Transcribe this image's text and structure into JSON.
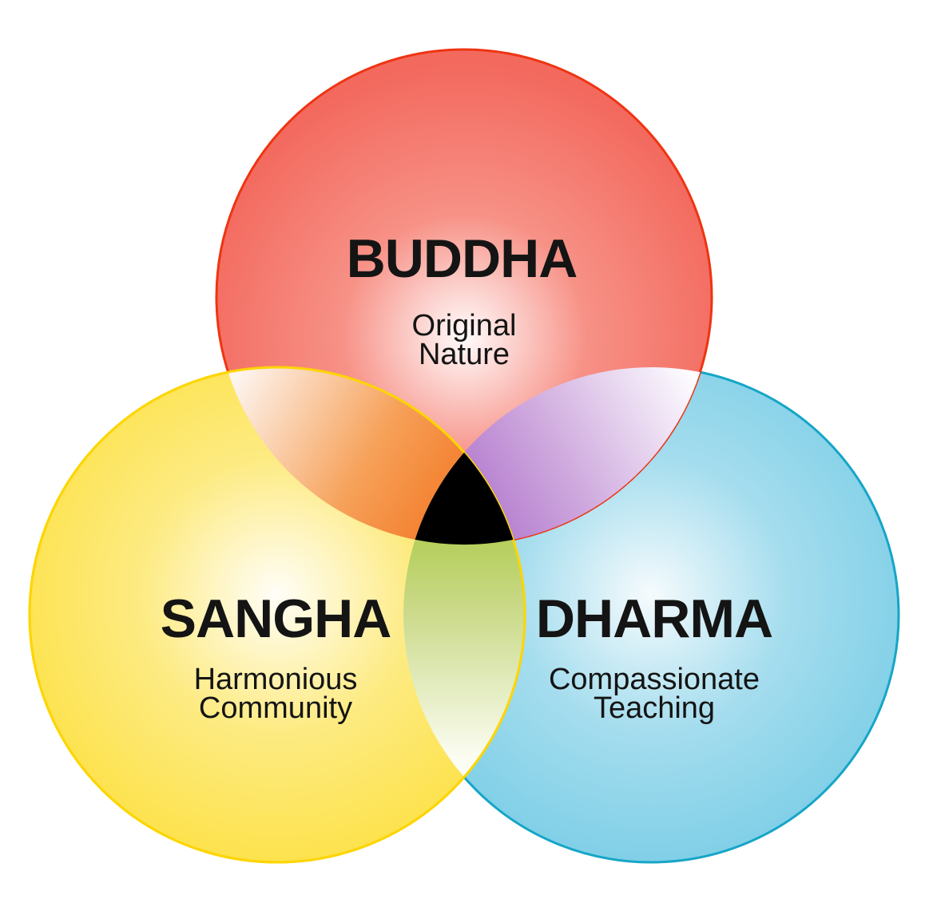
{
  "background": "#ffffff",
  "text_color": "#141414",
  "circles": {
    "buddha": {
      "label": "BUDDHA",
      "subtitle_line1": "Original",
      "subtitle_line2": "Nature",
      "stroke": "#ee3512",
      "fill_center": "#fffcfc",
      "fill_mid": "#f79186",
      "fill_edge": "#f3695e"
    },
    "sangha": {
      "label": "SANGHA",
      "subtitle_line1": "Harmonious",
      "subtitle_line2": "Community",
      "stroke": "#fdd501",
      "fill_center": "#fffef8",
      "fill_mid": "#fdeb83",
      "fill_edge": "#fde24b"
    },
    "dharma": {
      "label": "DHARMA",
      "subtitle_line1": "Compassionate",
      "subtitle_line2": "Teaching",
      "stroke": "#16a5c7",
      "fill_center": "#f6fbfd",
      "fill_mid": "#a5ddee",
      "fill_edge": "#7fcfe7"
    }
  },
  "overlaps": {
    "buddha_sangha": {
      "light": "#fdf5f0",
      "mid": "#f6a159",
      "deep": "#f1680f"
    },
    "buddha_dharma": {
      "light": "#fdfcff",
      "mid": "#cfaade",
      "deep": "#a561c6"
    },
    "sangha_dharma": {
      "light": "#fbfdf2",
      "mid": "#c9d987",
      "deep": "#9cc226"
    },
    "center": {
      "color": "#000000"
    }
  }
}
